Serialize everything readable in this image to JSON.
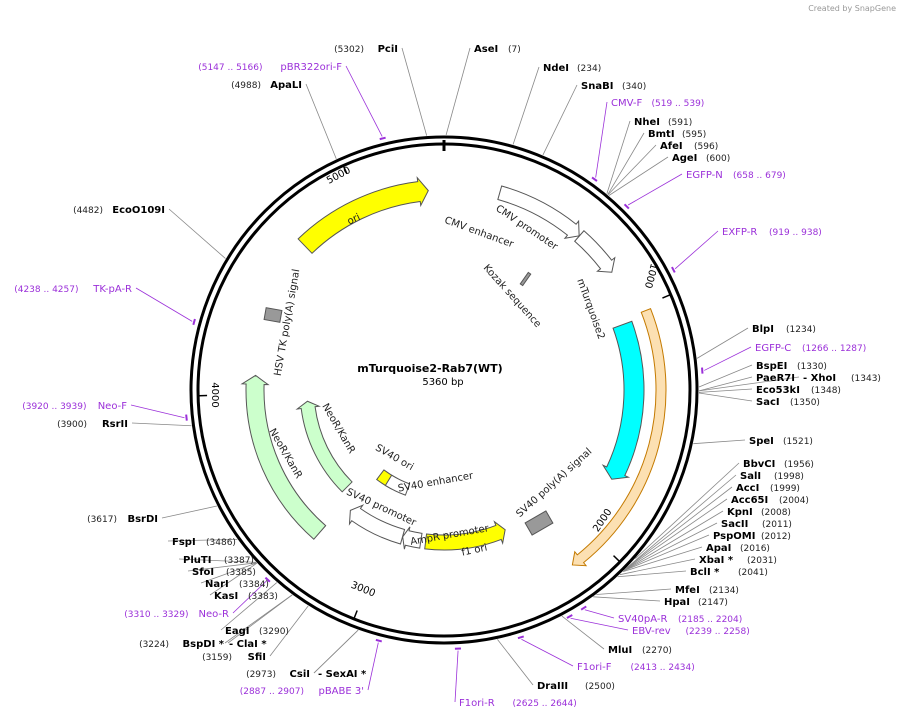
{
  "plasmid": {
    "name": "mTurquoise2-Rab7(WT)",
    "size_label": "5360 bp",
    "length": 5360
  },
  "credit": "Created by SnapGene",
  "ticks": [
    {
      "bp": 1000,
      "label": "1000"
    },
    {
      "bp": 2000,
      "label": "2000"
    },
    {
      "bp": 3000,
      "label": "3000"
    },
    {
      "bp": 4000,
      "label": "4000"
    },
    {
      "bp": 5000,
      "label": "5000"
    }
  ],
  "colors": {
    "backbone": "#000000",
    "primer": "#9b30d9",
    "yellow": "#ffff00",
    "cyan": "#00ffff",
    "orange": "#f5a623",
    "neo": "#ccffcc",
    "white": "#ffffff",
    "gray": "#999999"
  },
  "sites": [
    {
      "id": "pcii",
      "name": "PciI",
      "pos": "(5302)",
      "bp": 5302
    },
    {
      "id": "asei",
      "name": "AseI",
      "pos": "(7)",
      "bp": 7
    },
    {
      "id": "ndei",
      "name": "NdeI",
      "pos": "(234)",
      "bp": 234
    },
    {
      "id": "snabi",
      "name": "SnaBI",
      "pos": "(340)",
      "bp": 340
    },
    {
      "id": "nhei",
      "name": "NheI",
      "pos": "(591)",
      "bp": 591
    },
    {
      "id": "bmti",
      "name": "BmtI",
      "pos": "(595)",
      "bp": 595
    },
    {
      "id": "afei",
      "name": "AfeI",
      "pos": "(596)",
      "bp": 596
    },
    {
      "id": "agei",
      "name": "AgeI",
      "pos": "(600)",
      "bp": 600
    },
    {
      "id": "blpi",
      "name": "BlpI",
      "pos": "(1234)",
      "bp": 1234
    },
    {
      "id": "bspei",
      "name": "BspEI",
      "pos": "(1330)",
      "bp": 1330
    },
    {
      "id": "paer7i",
      "name": "PaeR7I",
      "pos": "",
      "bp": 1343
    },
    {
      "id": "xhoi",
      "name": "- XhoI",
      "pos": "(1343)",
      "bp": 1343
    },
    {
      "id": "eco53ki",
      "name": "Eco53kI",
      "pos": "(1348)",
      "bp": 1348
    },
    {
      "id": "saci",
      "name": "SacI",
      "pos": "(1350)",
      "bp": 1350
    },
    {
      "id": "spei",
      "name": "SpeI",
      "pos": "(1521)",
      "bp": 1521
    },
    {
      "id": "bbvci",
      "name": "BbvCI",
      "pos": "(1956)",
      "bp": 1956
    },
    {
      "id": "sali",
      "name": "SalI",
      "pos": "(1998)",
      "bp": 1998
    },
    {
      "id": "acci",
      "name": "AccI",
      "pos": "(1999)",
      "bp": 1999
    },
    {
      "id": "acc65i",
      "name": "Acc65I",
      "pos": "(2004)",
      "bp": 2004
    },
    {
      "id": "kpni",
      "name": "KpnI",
      "pos": "(2008)",
      "bp": 2008
    },
    {
      "id": "sacii",
      "name": "SacII",
      "pos": "(2011)",
      "bp": 2011
    },
    {
      "id": "pspomi",
      "name": "PspOMI",
      "pos": "(2012)",
      "bp": 2012
    },
    {
      "id": "apai",
      "name": "ApaI",
      "pos": "(2016)",
      "bp": 2016
    },
    {
      "id": "xbai",
      "name": "XbaI *",
      "pos": "(2031)",
      "bp": 2031
    },
    {
      "id": "bcli",
      "name": "BclI *",
      "pos": "(2041)",
      "bp": 2041
    },
    {
      "id": "mfei",
      "name": "MfeI",
      "pos": "(2134)",
      "bp": 2134
    },
    {
      "id": "hpai",
      "name": "HpaI",
      "pos": "(2147)",
      "bp": 2147
    },
    {
      "id": "mlui",
      "name": "MluI",
      "pos": "(2270)",
      "bp": 2270
    },
    {
      "id": "draiii",
      "name": "DraIII",
      "pos": "(2500)",
      "bp": 2500
    },
    {
      "id": "csii",
      "name": "CsiI",
      "pos": "(2973)",
      "bp": 2973
    },
    {
      "id": "sexai",
      "name": "- SexAI *",
      "pos": "",
      "bp": 2973
    },
    {
      "id": "sfii",
      "name": "SfiI",
      "pos": "(3159)",
      "bp": 3159
    },
    {
      "id": "bspdi",
      "name": "BspDI *",
      "pos": "(3224)",
      "bp": 3224
    },
    {
      "id": "clai",
      "name": "- ClaI *",
      "pos": "",
      "bp": 3224
    },
    {
      "id": "eagi",
      "name": "EagI",
      "pos": "(3290)",
      "bp": 3290
    },
    {
      "id": "kasi",
      "name": "KasI",
      "pos": "(3383)",
      "bp": 3383
    },
    {
      "id": "nari",
      "name": "NarI",
      "pos": "(3384)",
      "bp": 3384
    },
    {
      "id": "sfoi",
      "name": "SfoI",
      "pos": "(3385)",
      "bp": 3385
    },
    {
      "id": "pluti",
      "name": "PluTI",
      "pos": "(3387)",
      "bp": 3387
    },
    {
      "id": "fspi",
      "name": "FspI",
      "pos": "(3486)",
      "bp": 3486
    },
    {
      "id": "bsrdi",
      "name": "BsrDI",
      "pos": "(3617)",
      "bp": 3617
    },
    {
      "id": "rsrii",
      "name": "RsrII",
      "pos": "(3900)",
      "bp": 3900
    },
    {
      "id": "eco0109i",
      "name": "EcoO109I",
      "pos": "(4482)",
      "bp": 4482
    },
    {
      "id": "apali",
      "name": "ApaLI",
      "pos": "(4988)",
      "bp": 4988
    }
  ],
  "primers": [
    {
      "id": "pbr322ori-f",
      "name": "pBR322ori-F",
      "pos": "(5147 .. 5166)",
      "bp": 5156
    },
    {
      "id": "cmv-f",
      "name": "CMV-F",
      "pos": "(519 .. 539)",
      "bp": 529
    },
    {
      "id": "egfp-n",
      "name": "EGFP-N",
      "pos": "(658 .. 679)",
      "bp": 668
    },
    {
      "id": "exfp-r",
      "name": "EXFP-R",
      "pos": "(919 .. 938)",
      "bp": 928
    },
    {
      "id": "egfp-c",
      "name": "EGFP-C",
      "pos": "(1266 .. 1287)",
      "bp": 1276
    },
    {
      "id": "sv40pa-r",
      "name": "SV40pA-R",
      "pos": "(2185 .. 2204)",
      "bp": 2194
    },
    {
      "id": "ebv-rev",
      "name": "EBV-rev",
      "pos": "(2239 .. 2258)",
      "bp": 2248
    },
    {
      "id": "f1ori-f",
      "name": "F1ori-F",
      "pos": "(2413 .. 2434)",
      "bp": 2423
    },
    {
      "id": "f1ori-r",
      "name": "F1ori-R",
      "pos": "(2625 .. 2644)",
      "bp": 2634
    },
    {
      "id": "pbabe3",
      "name": "pBABE 3'",
      "pos": "(2887 .. 2907)",
      "bp": 2897
    },
    {
      "id": "neo-r",
      "name": "Neo-R",
      "pos": "(3310 .. 3329)",
      "bp": 3319
    },
    {
      "id": "neo-f",
      "name": "Neo-F",
      "pos": "(3920 .. 3939)",
      "bp": 3929
    },
    {
      "id": "tk-pa-r",
      "name": "TK-pA-R",
      "pos": "(4238 .. 4257)",
      "bp": 4247
    }
  ],
  "features": [
    {
      "id": "cmv-enhancer",
      "label": "CMV enhancer",
      "start": 235,
      "end": 614,
      "color": "white",
      "strand": 1
    },
    {
      "id": "cmv-promoter",
      "label": "CMV promoter",
      "start": 615,
      "end": 818,
      "color": "white",
      "strand": 1
    },
    {
      "id": "kozak",
      "label": "Kozak sequence",
      "start": 1030,
      "end": 1040,
      "color": "gray",
      "strand": 0
    },
    {
      "id": "mturquoise2",
      "label": "mTurquoise2",
      "start": 1041,
      "end": 1757,
      "color": "cyan",
      "strand": 1
    },
    {
      "id": "rab7",
      "label": "",
      "start": 1020,
      "end": 2140,
      "color": "orange",
      "strand": 1
    },
    {
      "id": "sv40-polya",
      "label": "SV40 poly(A) signal",
      "start": 2160,
      "end": 2281,
      "color": "gray",
      "strand": 0
    },
    {
      "id": "f1-ori",
      "label": "f1 ori",
      "start": 2328,
      "end": 2783,
      "color": "yellow",
      "strand": -1
    },
    {
      "id": "ampr-promoter",
      "label": "AmpR promoter",
      "start": 2810,
      "end": 2914,
      "color": "white",
      "strand": 1
    },
    {
      "id": "sv40-promoter",
      "label": "SV40 promoter",
      "start": 2915,
      "end": 3244,
      "color": "white",
      "strand": 1
    },
    {
      "id": "sv40-ori",
      "label": "SV40 ori",
      "start": 3095,
      "end": 3230,
      "color": "yellow",
      "strand": 0
    },
    {
      "id": "sv40-enhancer",
      "label": "SV40 enhancer",
      "start": 2980,
      "end": 3150,
      "color": "white",
      "strand": 0
    },
    {
      "id": "neo-kanr-outer",
      "label": "NeoR/KanR",
      "start": 3292,
      "end": 4086,
      "color": "neo",
      "strand": 1
    },
    {
      "id": "neo-kanr-inner",
      "label": "NeoR/KanR",
      "start": 3350,
      "end": 3950,
      "color": "neo",
      "strand": 1
    },
    {
      "id": "hsv-tk-polya",
      "label": "HSV TK poly(A) signal",
      "start": 4318,
      "end": 4336,
      "color": "gray",
      "strand": 0
    },
    {
      "id": "ori",
      "label": "ori",
      "start": 4705,
      "end": 5293,
      "color": "yellow",
      "strand": 1
    }
  ]
}
